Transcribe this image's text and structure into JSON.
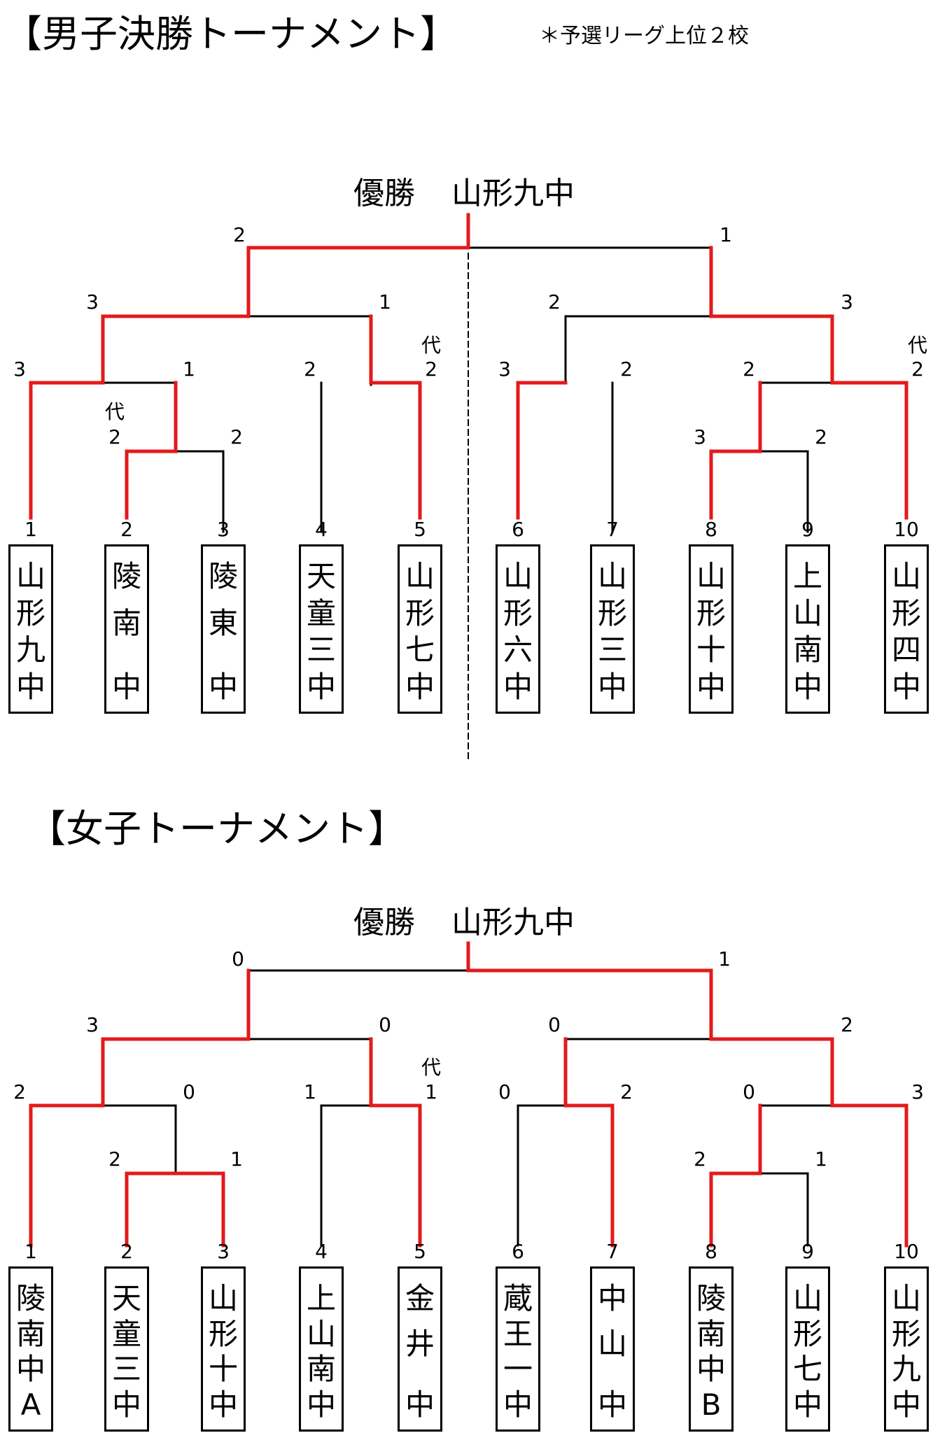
{
  "colors": {
    "win": "#e31a1c",
    "line": "#000000"
  },
  "boys": {
    "title": "【男子決勝トーナメント】",
    "note": "＊予選リーグ上位２校",
    "champion_label": "優勝",
    "champion_name": "山形九中",
    "substitute_label": "代",
    "teams": [
      {
        "seed": "1",
        "chars": [
          "山",
          "形",
          "九",
          "中"
        ]
      },
      {
        "seed": "2",
        "chars": [
          "陵",
          "南",
          "",
          "中"
        ]
      },
      {
        "seed": "3",
        "chars": [
          "陵",
          "東",
          "",
          "中"
        ]
      },
      {
        "seed": "4",
        "chars": [
          "天",
          "童",
          "三",
          "中"
        ]
      },
      {
        "seed": "5",
        "chars": [
          "山",
          "形",
          "七",
          "中"
        ]
      },
      {
        "seed": "6",
        "chars": [
          "山",
          "形",
          "六",
          "中"
        ]
      },
      {
        "seed": "7",
        "chars": [
          "山",
          "形",
          "三",
          "中"
        ]
      },
      {
        "seed": "8",
        "chars": [
          "山",
          "形",
          "十",
          "中"
        ]
      },
      {
        "seed": "9",
        "chars": [
          "上",
          "山",
          "南",
          "中"
        ]
      },
      {
        "seed": "10",
        "chars": [
          "山",
          "形",
          "四",
          "中"
        ]
      }
    ],
    "scores": {
      "final_left": "2",
      "final_right": "1",
      "semi_left_a": "3",
      "semi_left_b": "1",
      "semi_right_a": "2",
      "semi_right_b": "3",
      "qf_1": "3",
      "qf_23": "1",
      "qf_4": "2",
      "qf_5": "2",
      "qf_6": "3",
      "qf_7": "2",
      "qf_89": "2",
      "qf_10": "2",
      "r1_2": "2",
      "r1_3": "2",
      "r1_8": "3",
      "r1_9": "2"
    }
  },
  "girls": {
    "title": "【女子トーナメント】",
    "champion_label": "優勝",
    "champion_name": "山形九中",
    "substitute_label": "代",
    "teams": [
      {
        "seed": "1",
        "chars": [
          "陵",
          "南",
          "中",
          "A"
        ]
      },
      {
        "seed": "2",
        "chars": [
          "天",
          "童",
          "三",
          "中"
        ]
      },
      {
        "seed": "3",
        "chars": [
          "山",
          "形",
          "十",
          "中"
        ]
      },
      {
        "seed": "4",
        "chars": [
          "上",
          "山",
          "南",
          "中"
        ]
      },
      {
        "seed": "5",
        "chars": [
          "金",
          "井",
          "",
          "中"
        ]
      },
      {
        "seed": "6",
        "chars": [
          "蔵",
          "王",
          "一",
          "中"
        ]
      },
      {
        "seed": "7",
        "chars": [
          "中",
          "山",
          "",
          "中"
        ]
      },
      {
        "seed": "8",
        "chars": [
          "陵",
          "南",
          "中",
          "B"
        ]
      },
      {
        "seed": "9",
        "chars": [
          "山",
          "形",
          "七",
          "中"
        ]
      },
      {
        "seed": "10",
        "chars": [
          "山",
          "形",
          "九",
          "中"
        ]
      }
    ],
    "scores": {
      "final_left": "0",
      "final_right": "1",
      "semi_left_a": "3",
      "semi_left_b": "0",
      "semi_right_a": "0",
      "semi_right_b": "2",
      "qf_1": "2",
      "qf_23": "0",
      "qf_4": "1",
      "qf_5": "1",
      "qf_6": "0",
      "qf_7": "2",
      "qf_89": "0",
      "qf_10": "3",
      "r1_2": "2",
      "r1_3": "1",
      "r1_8": "2",
      "r1_9": "1"
    }
  }
}
